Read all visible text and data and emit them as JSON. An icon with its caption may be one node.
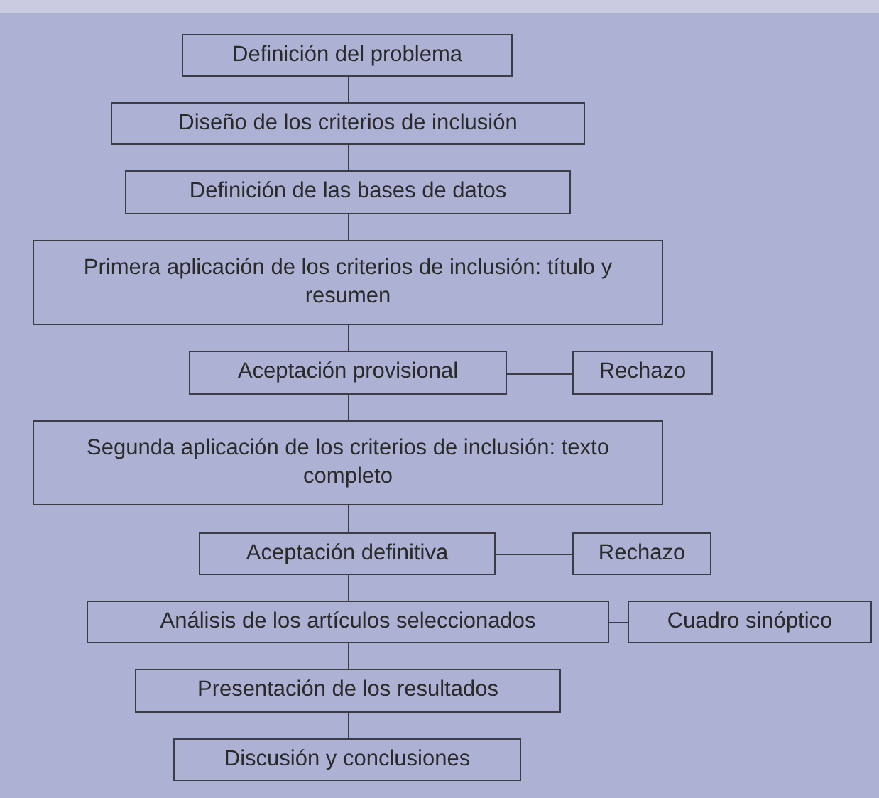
{
  "diagram": {
    "nodes": [
      {
        "text": [
          "Definición del problema"
        ]
      },
      {
        "text": [
          "Diseño de los criterios de inclusión"
        ]
      },
      {
        "text": [
          "Definición de las bases de datos"
        ]
      },
      {
        "text": [
          "Primera aplicación de los criterios de inclusión: título y resumen"
        ]
      },
      {
        "text": [
          "Aceptación provisional"
        ]
      },
      {
        "text": [
          "Rechazo"
        ]
      },
      {
        "text": [
          "Segunda aplicación de los criterios de inclusión: texto completo"
        ]
      },
      {
        "text": [
          "Aceptación definitiva"
        ]
      },
      {
        "text": [
          "Rechazo"
        ]
      },
      {
        "text": [
          "Análisis de los artículos seleccionados"
        ]
      },
      {
        "text": [
          "Cuadro sinóptico"
        ]
      },
      {
        "text": [
          "Presentación de los resultados"
        ]
      },
      {
        "text": [
          "Discusión y conclusiones"
        ]
      }
    ],
    "edges": [
      {
        "from": 0,
        "to": 1,
        "arrow": "none"
      },
      {
        "from": 1,
        "to": 2,
        "arrow": "none"
      },
      {
        "from": 2,
        "to": 3,
        "arrow": "none"
      },
      {
        "from": 3,
        "to": 4,
        "arrow": "none"
      },
      {
        "from": 4,
        "to": 5,
        "arrow": "none"
      },
      {
        "from": 4,
        "to": 6,
        "arrow": "none"
      },
      {
        "from": 6,
        "to": 7,
        "arrow": "none"
      },
      {
        "from": 7,
        "to": 8,
        "arrow": "none"
      },
      {
        "from": 7,
        "to": 9,
        "arrow": "none"
      },
      {
        "from": 9,
        "to": 10,
        "arrow": "none"
      },
      {
        "from": 9,
        "to": 11,
        "arrow": "none"
      },
      {
        "from": 11,
        "to": 12,
        "arrow": "none"
      }
    ]
  }
}
